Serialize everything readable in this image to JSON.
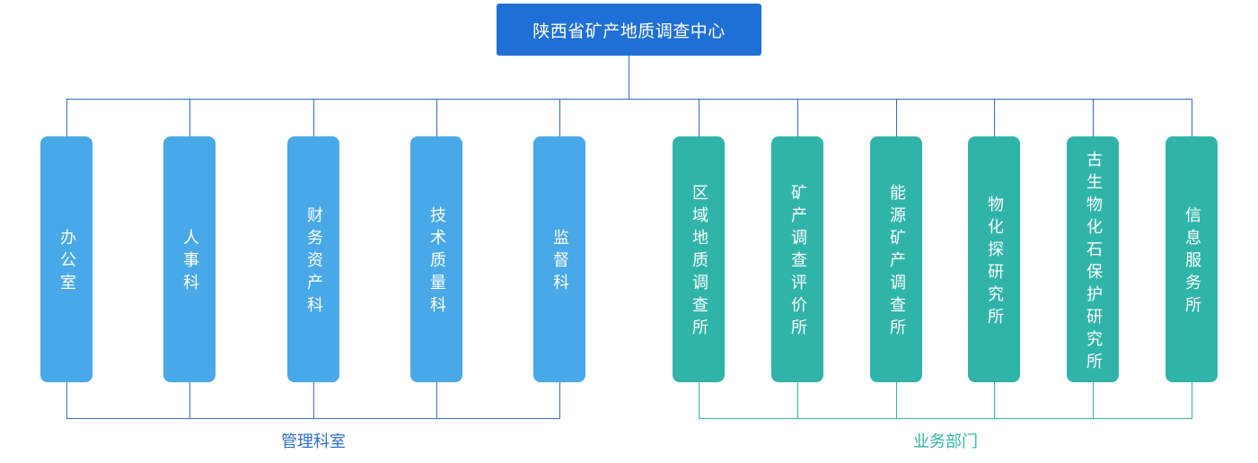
{
  "root": {
    "title": "陕西省矿产地质调查中心"
  },
  "management": {
    "label": "管理科室",
    "items": [
      "办公室",
      "人事科",
      "财务资产科",
      "技术质量科",
      "监督科"
    ]
  },
  "business": {
    "label": "业务部门",
    "items": [
      "区域地质调查所",
      "矿产调查评价所",
      "能源矿产调查所",
      "物化探研究所",
      "古生物化石保护研究所",
      "信息服务所"
    ]
  },
  "colors": {
    "root": "#1f6fd6",
    "management": "#48a8e8",
    "business": "#30b4a9",
    "connector_top": "#2e6cc4",
    "connector_management": "#3b72c8",
    "connector_business": "#30b4a9"
  }
}
